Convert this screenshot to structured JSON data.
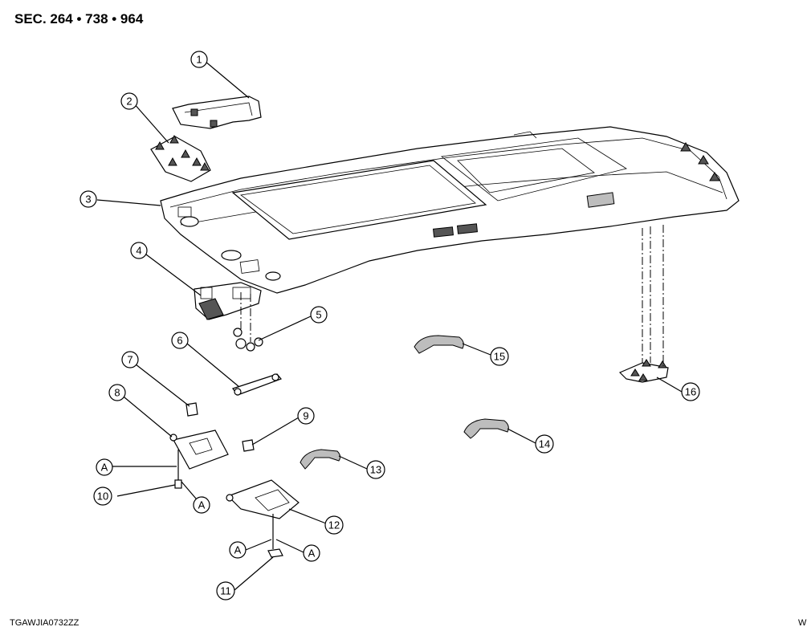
{
  "header": {
    "section_label": "SEC. 264 • 738 • 964"
  },
  "footer": {
    "drawing_code": "TGAWJIA0732ZZ",
    "corner_mark": "W"
  },
  "callouts": {
    "c1": "1",
    "c2": "2",
    "c3": "3",
    "c4": "4",
    "c5": "5",
    "c6": "6",
    "c7": "7",
    "c8": "8",
    "c9": "9",
    "c10": "10",
    "c11": "11",
    "c12": "12",
    "c13": "13",
    "c14": "14",
    "c15": "15",
    "c16": "16",
    "a1": "A",
    "a2": "A",
    "a3": "A",
    "a4": "A"
  }
}
